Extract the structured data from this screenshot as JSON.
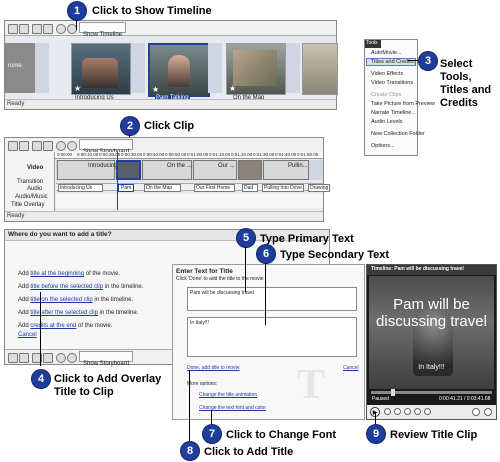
{
  "callouts": [
    {
      "num": "1",
      "text": "Click to Show Timeline"
    },
    {
      "num": "2",
      "text": "Click Clip"
    },
    {
      "num": "3",
      "text": "Select Tools, Titles and Credits",
      "lines": [
        "Select",
        "Tools,",
        "Titles and",
        "Credits"
      ]
    },
    {
      "num": "4",
      "text": "Click to Add Overlay Title to Clip",
      "lines": [
        "Click to Add Overlay",
        "Title to Clip"
      ]
    },
    {
      "num": "5",
      "text": "Type Primary Text"
    },
    {
      "num": "6",
      "text": "Type Secondary Text"
    },
    {
      "num": "7",
      "text": "Click to Change Font"
    },
    {
      "num": "8",
      "text": "Click to Add Title"
    },
    {
      "num": "9",
      "text": "Review Title Clip"
    }
  ],
  "storyboard": {
    "toggle_label": "Show Timeline",
    "home_label": "rome",
    "clip_labels": [
      "Introducing Us",
      "Pam Talking",
      "On the Map"
    ],
    "status": "Ready"
  },
  "tools_menu": {
    "title": "Tools",
    "items": [
      "AutoMovie...",
      "Titles and Credits...",
      "Video Effects",
      "Video Transitions",
      "Create Clips",
      "Take Picture from Preview",
      "Narrate Timeline...",
      "Audio Levels",
      "New Collection Folder",
      "Options..."
    ]
  },
  "timeline": {
    "toggle_label": "Show Storyboard",
    "ruler": [
      "0:00:00",
      "0:00:10.00",
      "0:00:20.00",
      "0:00:30.00",
      "0:00:40.00",
      "0:00:50.00",
      "0:01:00.00",
      "0:01:10.00",
      "0:01:20.00",
      "0:01:30.00",
      "0:01:40.00",
      "0:01:50.00"
    ],
    "tracks": [
      "Video",
      "Transition",
      "Audio",
      "Audio/Music",
      "Title Overlay"
    ],
    "video_clips": [
      "Introducing...",
      "",
      "On the ...",
      "Our ...",
      "",
      "Pullin..."
    ],
    "audio_clips": [
      "Introducing Us",
      "Pam",
      "On the Map",
      "Our First Home",
      "Dad",
      "Pulling Into Drive",
      "Drawing"
    ],
    "status": "Ready"
  },
  "title_where": {
    "heading": "Where do you want to add a title?",
    "options": [
      [
        "Add ",
        "title at the beginning",
        " of the movie."
      ],
      [
        "Add ",
        "title before the selected clip",
        " in the timeline."
      ],
      [
        "Add ",
        "title on the selected clip",
        " in the timeline."
      ],
      [
        "Add ",
        "title after the selected clip",
        " in the timeline."
      ],
      [
        "Add ",
        "credits at the end",
        " of the movie."
      ]
    ],
    "cancel": "Cancel",
    "toggle_label": "Show Storyboard"
  },
  "enter_text": {
    "heading": "Enter Text for Title",
    "subheading": "Click 'Done' to add the title to the movie",
    "primary_text": "Pam will be discussing travel",
    "secondary_text": "In Italy!!!",
    "done_link": "Done, add title to movie",
    "cancel": "Cancel",
    "more_options": "More options:",
    "animation_link": "Change the title animation",
    "font_link": "Change the text font and color"
  },
  "preview": {
    "title": "Timeline: Pam will be discussing travel",
    "main_text": "Pam will be discussing travel",
    "sub_text": "In Italy!!!",
    "status": "Paused",
    "time": "0:00:41.21 / 0:03:41.68"
  }
}
